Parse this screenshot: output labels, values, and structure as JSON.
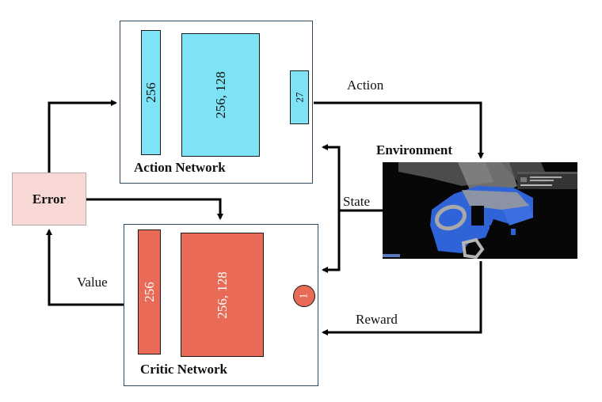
{
  "diagram": {
    "action_network": {
      "title": "Action Network",
      "layers": [
        {
          "label": "256"
        },
        {
          "label": "256, 128"
        },
        {
          "label": "27"
        }
      ],
      "color": "#7ee3f5"
    },
    "critic_network": {
      "title": "Critic Network",
      "layers": [
        {
          "label": "256"
        },
        {
          "label": "256, 128"
        }
      ],
      "output_label": "1",
      "color": "#e86a57"
    },
    "error_box": {
      "label": "Error",
      "color": "#f8d9d6"
    },
    "environment": {
      "title": "Environment"
    },
    "edge_labels": {
      "action": "Action",
      "state": "State",
      "reward": "Reward",
      "value": "Value"
    }
  }
}
